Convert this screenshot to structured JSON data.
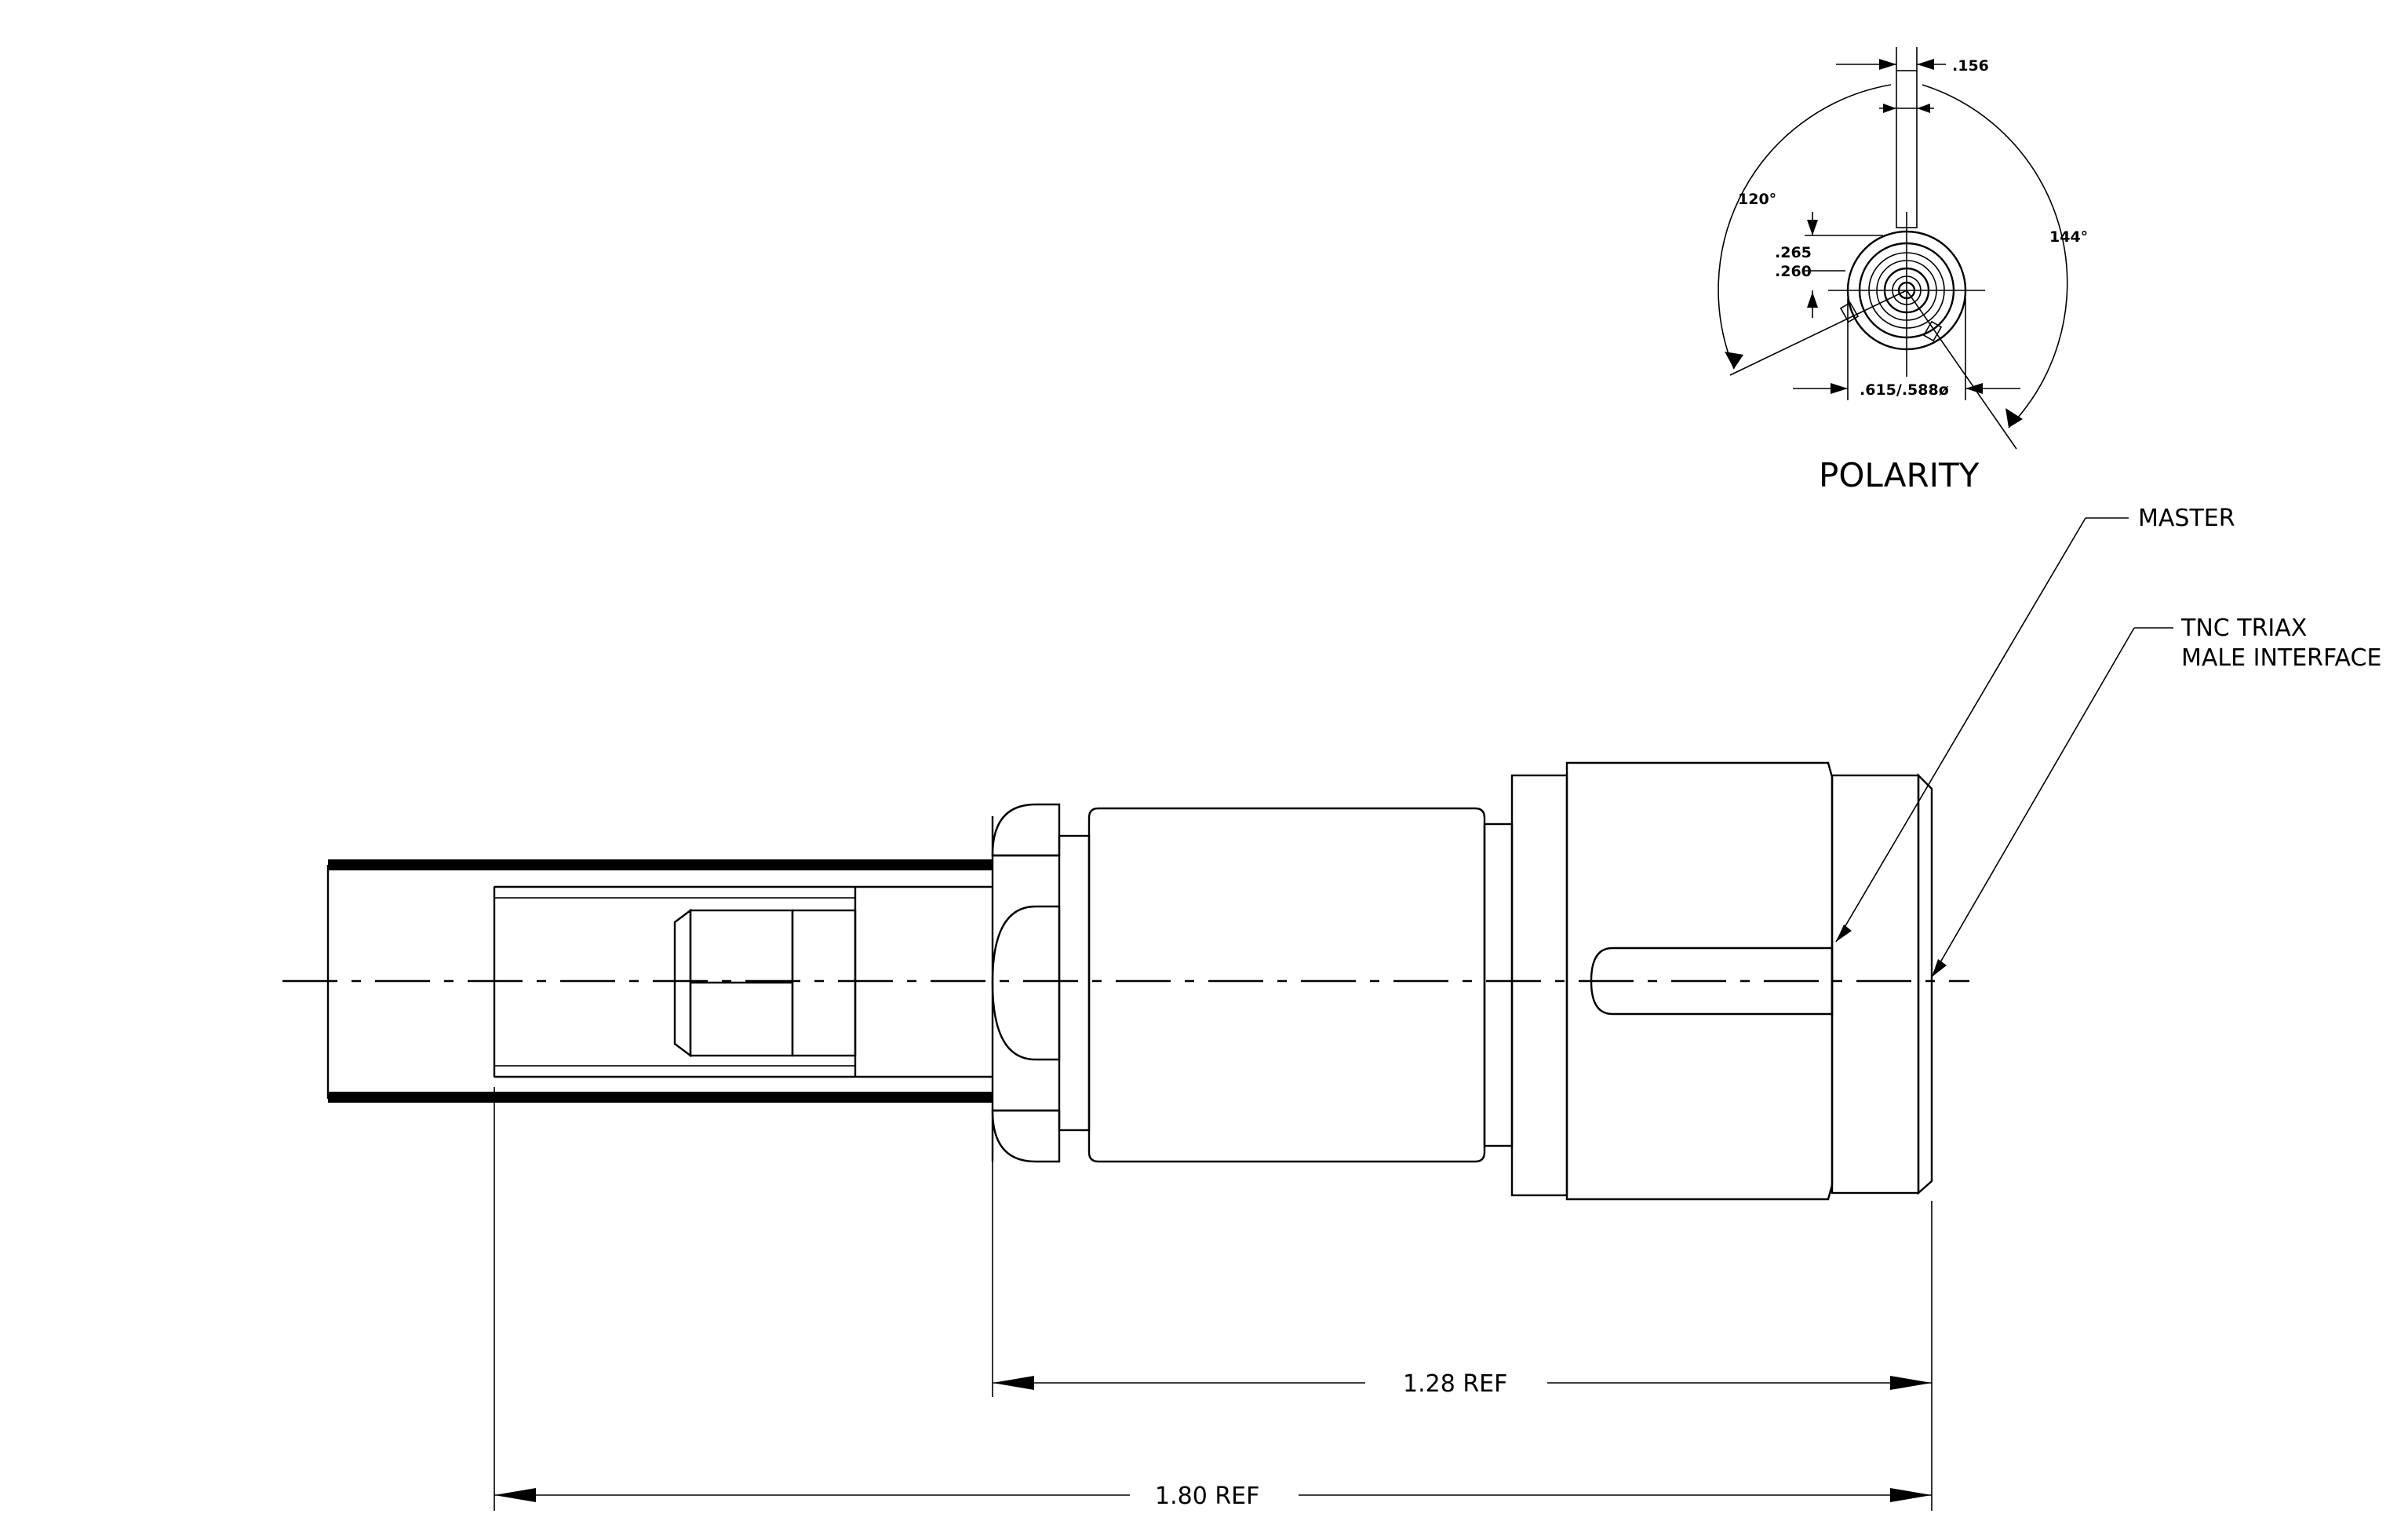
{
  "labels": {
    "polarity": "POLARITY",
    "master": "MASTER",
    "interface_line1": "TNC TRIAX",
    "interface_line2": "MALE INTERFACE"
  },
  "dimensions": {
    "slot_width": ".156",
    "angle_left": "120°",
    "angle_right": "144°",
    "pin_upper": ".265",
    "pin_lower": ".260",
    "outer_dia": ".615/.588ø",
    "dim_short": "1.28 REF",
    "dim_long": "1.80 REF"
  }
}
